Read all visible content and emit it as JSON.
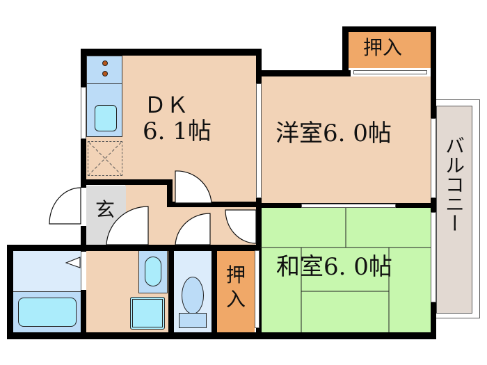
{
  "floorplan": {
    "colors": {
      "western_floor": "#f2d3b7",
      "tatami": "#c7f7ae",
      "closet": "#f0a868",
      "wet_area": "#dcecfb",
      "kitchen_counter": "#bcdcf7",
      "fixture": "#abecfb",
      "entrance": "#dcdcdc",
      "balcony": "#e2d9d2",
      "wall": "#000000",
      "stove_burner": "#b5561a"
    },
    "rooms": {
      "dk": {
        "name": "ＤＫ",
        "size": "6. 1帖"
      },
      "western": {
        "name": "洋室6. 0帖"
      },
      "japanese": {
        "name": "和室6. 0帖"
      },
      "closet_top": {
        "name": "押入"
      },
      "closet_bottom": {
        "name": "押入"
      },
      "entrance": {
        "name": "玄"
      },
      "balcony": {
        "name": "バルコニー"
      }
    },
    "fixtures": [
      "stove",
      "kitchen-sink",
      "refrigerator-space",
      "bathtub",
      "wash-basin",
      "washing-machine",
      "toilet"
    ]
  }
}
